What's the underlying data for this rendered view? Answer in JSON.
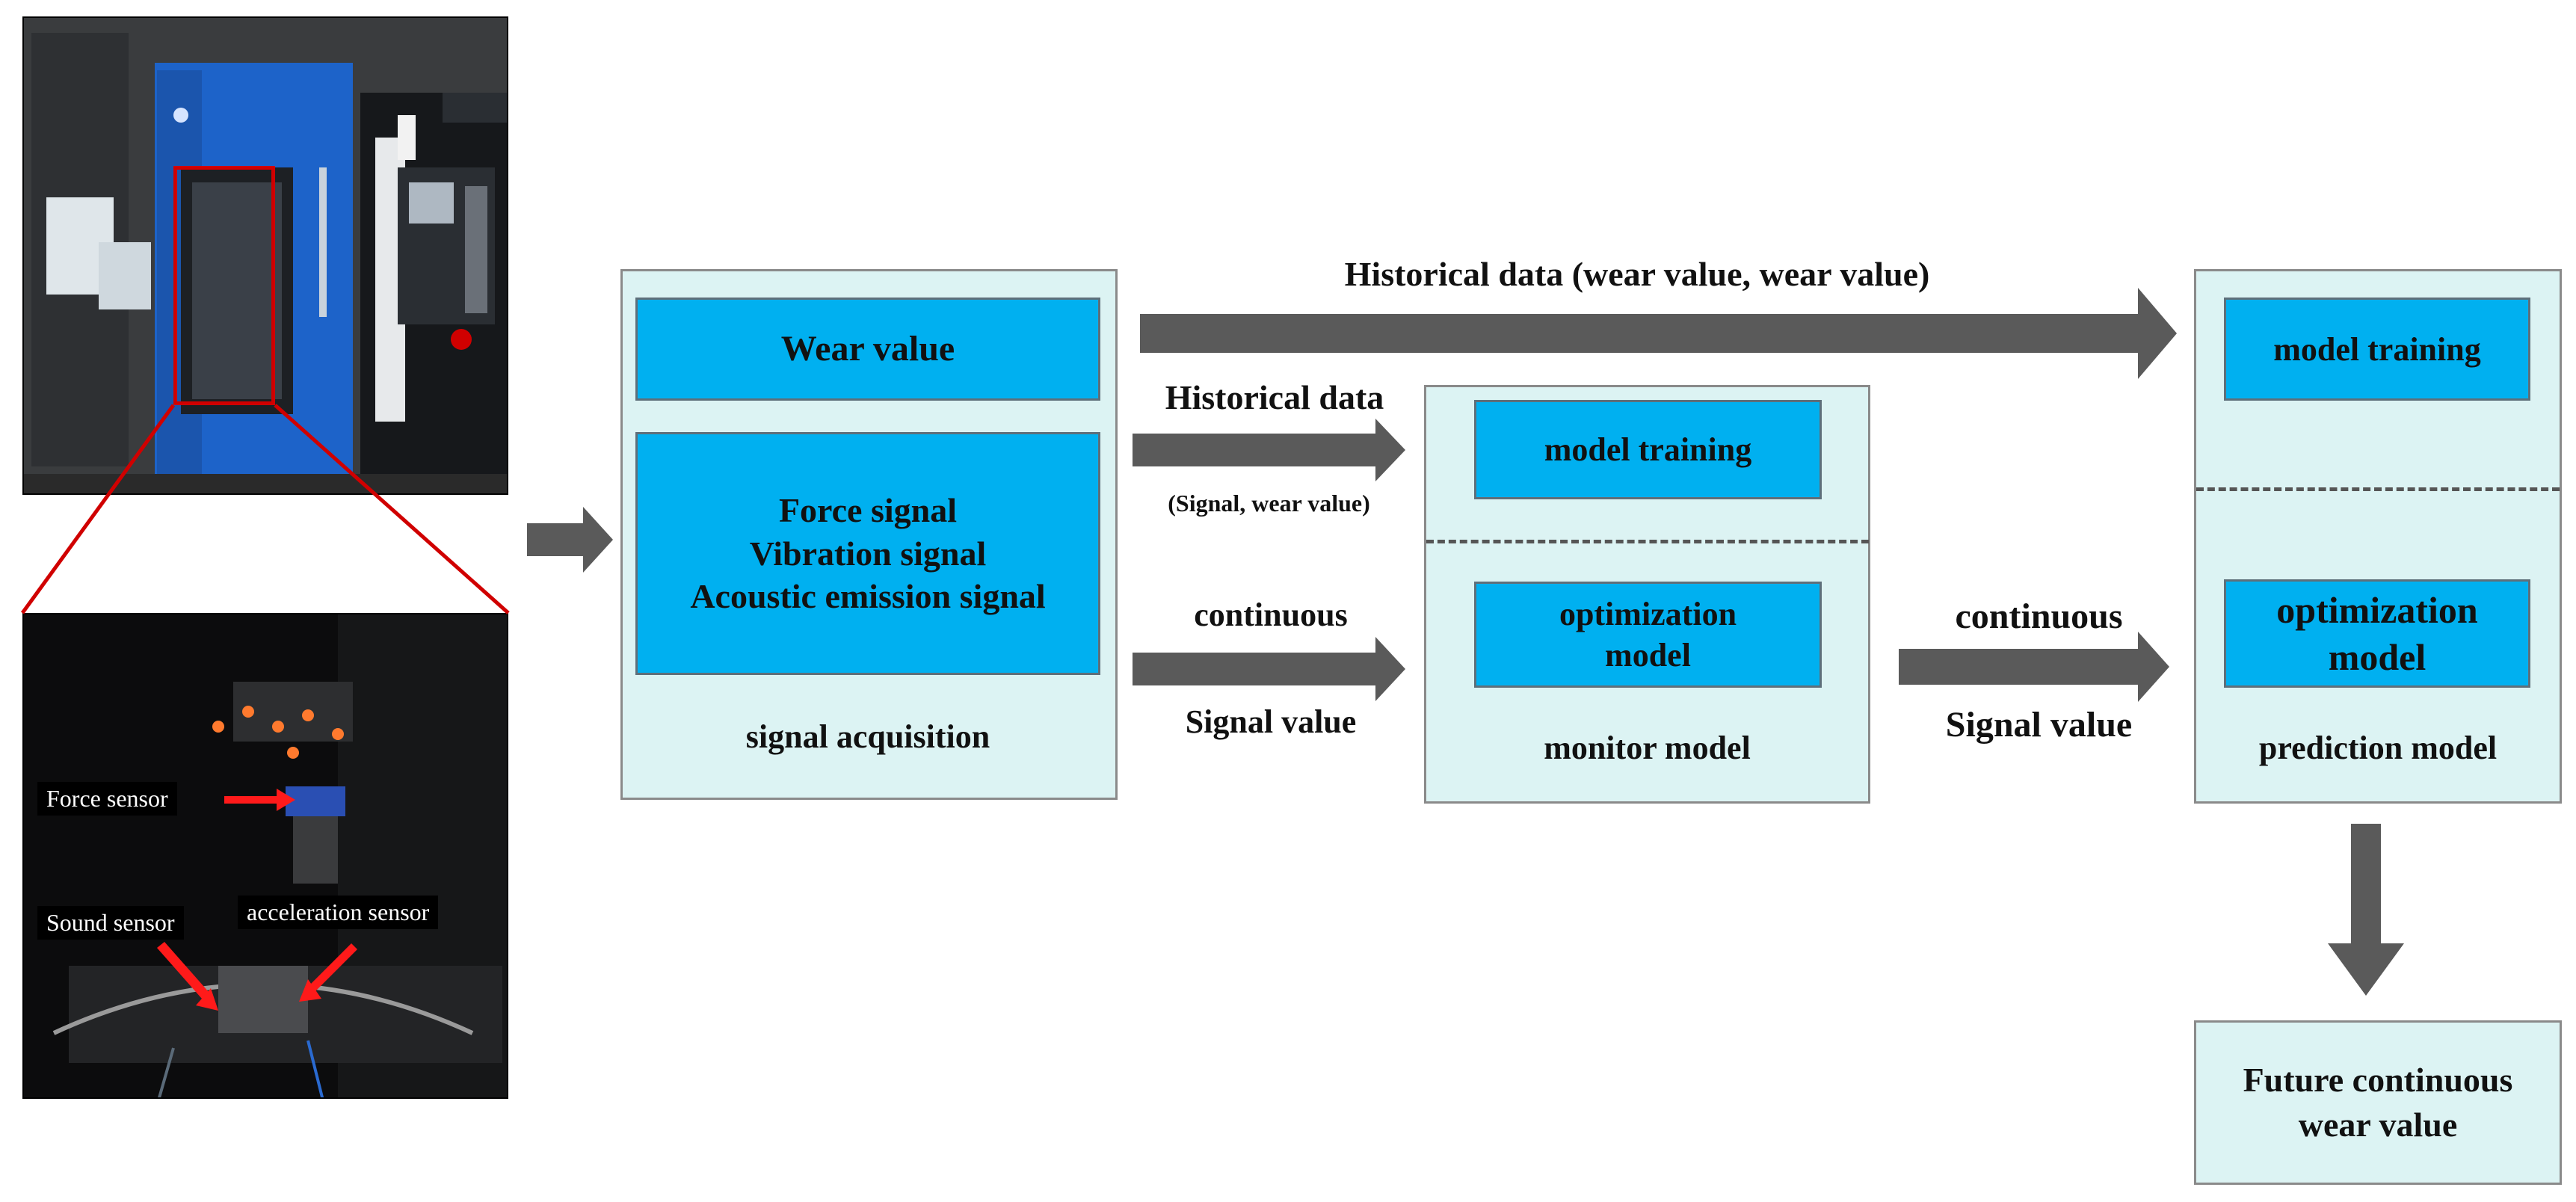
{
  "photo_labels": {
    "force_sensor": "Force sensor",
    "sound_sensor": "Sound sensor",
    "acceleration_sensor": "acceleration sensor"
  },
  "signal_acquisition": {
    "wear_value": "Wear value",
    "signals": "Force signal\nVibration signal\nAcoustic emission signal",
    "caption": "signal acquisition"
  },
  "monitor_model": {
    "training": "model training",
    "optimization": "optimization\nmodel",
    "caption": "monitor model"
  },
  "prediction_model": {
    "training": "model training",
    "optimization": "optimization\nmodel",
    "caption": "prediction model"
  },
  "output": {
    "text": "Future continuous\nwear value"
  },
  "arrows": {
    "historical_top": "Historical data (wear value, wear value)",
    "historical_mid": "Historical data",
    "historical_mid_sub": "(Signal, wear value)",
    "continuous_1": "continuous",
    "signal_value_1": "Signal value",
    "continuous_2": "continuous",
    "signal_value_2": "Signal value"
  },
  "colors": {
    "panel_fill": "#dcf3f3",
    "box_fill": "#00b0f0",
    "arrow_fill": "#5a5a5a",
    "highlight": "#d00000"
  }
}
